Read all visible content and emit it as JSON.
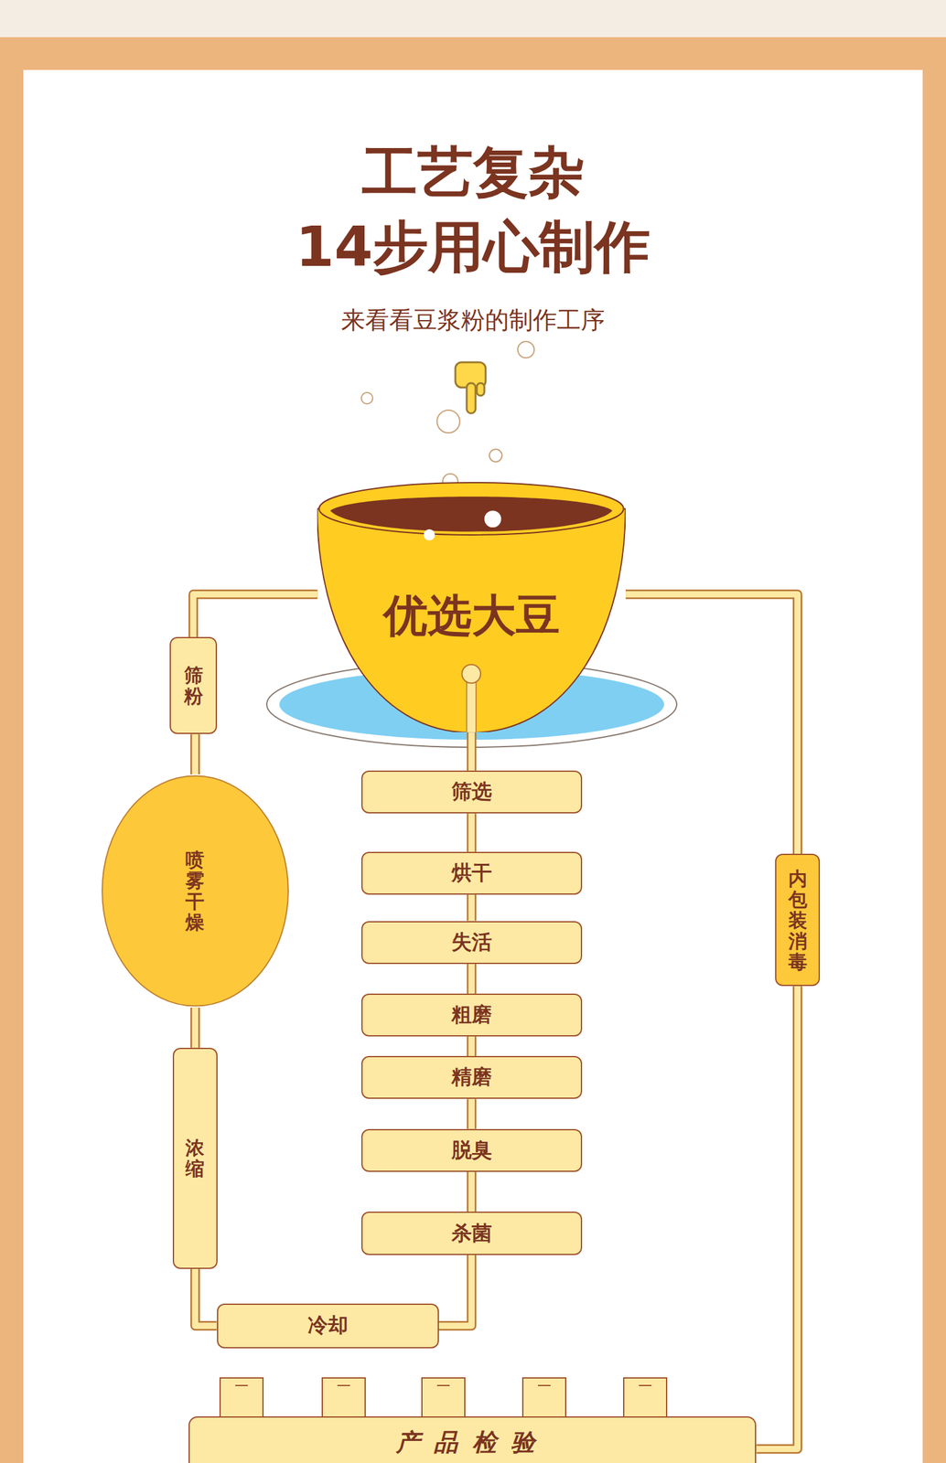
{
  "diagram": {
    "title": "工艺复杂 14步用心制作",
    "nodes": [
      {
        "text": [
          "优选大豆"
        ]
      },
      {
        "text": [
          "筛选"
        ]
      },
      {
        "text": [
          "烘干"
        ]
      },
      {
        "text": [
          "失活"
        ]
      },
      {
        "text": [
          "粗磨"
        ]
      },
      {
        "text": [
          "精磨"
        ]
      },
      {
        "text": [
          "脱臭"
        ]
      },
      {
        "text": [
          "杀菌"
        ]
      },
      {
        "text": [
          "冷却"
        ]
      },
      {
        "text": [
          "浓缩"
        ]
      },
      {
        "text": [
          "喷雾干燥"
        ]
      },
      {
        "text": [
          "筛粉"
        ]
      },
      {
        "text": [
          "内包装消毒"
        ]
      },
      {
        "text": [
          "产品检验"
        ]
      }
    ],
    "edges": [
      {
        "from": 0,
        "to": 1,
        "arrow": "none"
      },
      {
        "from": 1,
        "to": 2,
        "arrow": "none"
      },
      {
        "from": 2,
        "to": 3,
        "arrow": "none"
      },
      {
        "from": 3,
        "to": 4,
        "arrow": "none"
      },
      {
        "from": 4,
        "to": 5,
        "arrow": "none"
      },
      {
        "from": 5,
        "to": 6,
        "arrow": "none"
      },
      {
        "from": 6,
        "to": 7,
        "arrow": "none"
      },
      {
        "from": 7,
        "to": 8,
        "arrow": "none"
      },
      {
        "from": 8,
        "to": 9,
        "arrow": "none"
      },
      {
        "from": 9,
        "to": 10,
        "arrow": "none"
      },
      {
        "from": 10,
        "to": 11,
        "arrow": "none"
      },
      {
        "from": 11,
        "to": 0,
        "arrow": "none"
      },
      {
        "from": 0,
        "to": 12,
        "arrow": "none"
      },
      {
        "from": 12,
        "to": 13,
        "arrow": "none"
      }
    ],
    "labels": [
      "来看看豆浆粉的制作工序"
    ]
  }
}
